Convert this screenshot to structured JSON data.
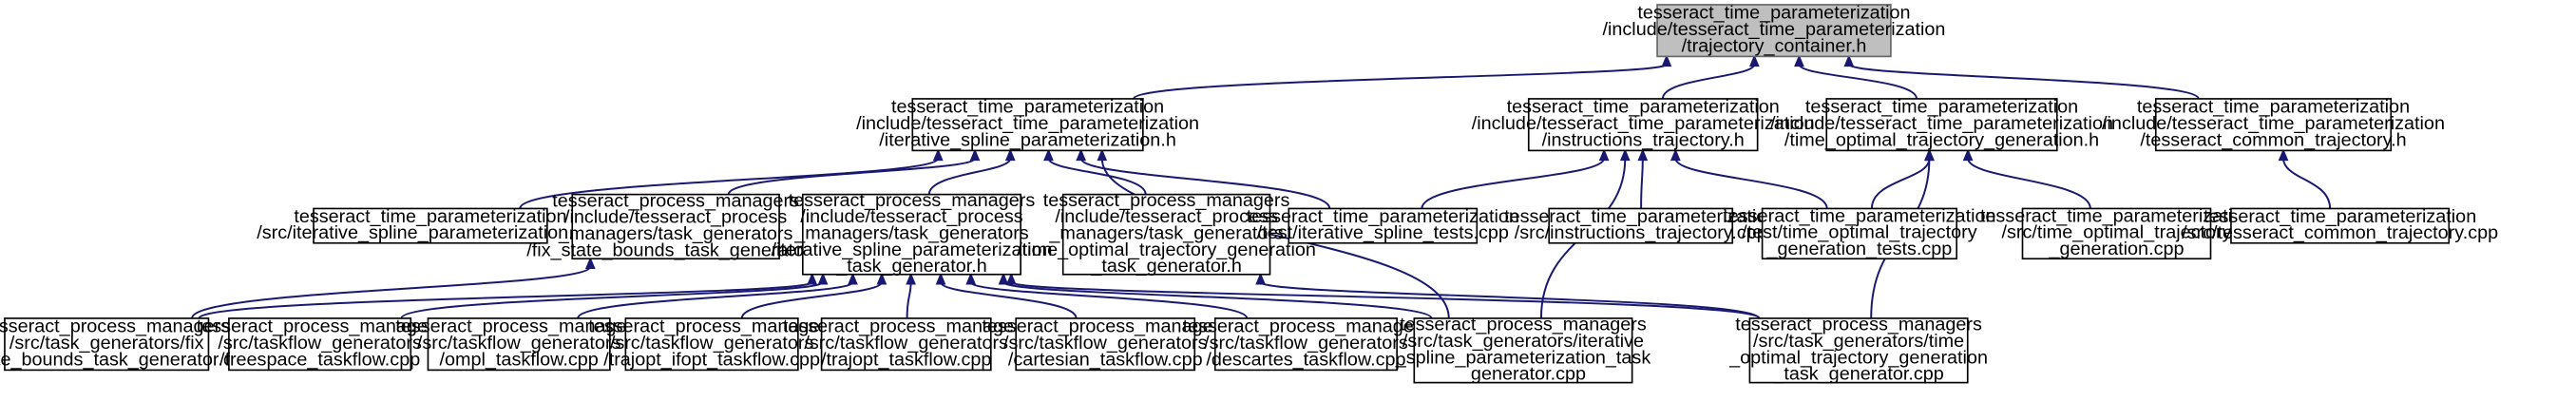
{
  "diagram": {
    "nodes": [
      {
        "id": "root",
        "lines": [
          "tesseract_time_parameterization",
          "/include/tesseract_time_parameterization",
          "/trajectory_container.h"
        ],
        "highlighted": true
      },
      {
        "id": "iter_h",
        "lines": [
          "tesseract_time_parameterization",
          "/include/tesseract_time_parameterization",
          "/iterative_spline_parameterization.h"
        ]
      },
      {
        "id": "instr_h",
        "lines": [
          "tesseract_time_parameterization",
          "/include/tesseract_time_parameterization",
          "/instructions_trajectory.h"
        ]
      },
      {
        "id": "topt_h",
        "lines": [
          "tesseract_time_parameterization",
          "/include/tesseract_time_parameterization",
          "/time_optimal_trajectory_generation.h"
        ]
      },
      {
        "id": "common_h",
        "lines": [
          "tesseract_time_parameterization",
          "/include/tesseract_time_parameterization",
          "/tesseract_common_trajectory.h"
        ]
      },
      {
        "id": "iter_cpp",
        "lines": [
          "tesseract_time_parameterization",
          "/src/iterative_spline_parameterization.cpp"
        ]
      },
      {
        "id": "fix_state_h",
        "lines": [
          "tesseract_process_managers",
          "/include/tesseract_process",
          "_managers/task_generators",
          "/fix_state_bounds_task_generator.h"
        ]
      },
      {
        "id": "iter_gen_h",
        "lines": [
          "tesseract_process_managers",
          "/include/tesseract_process",
          "_managers/task_generators",
          "/iterative_spline_parameterization",
          "_task_generator.h"
        ]
      },
      {
        "id": "topt_gen_h",
        "lines": [
          "tesseract_process_managers",
          "/include/tesseract_process",
          "_managers/task_generators",
          "/time_optimal_trajectory_generation",
          "_task_generator.h"
        ]
      },
      {
        "id": "iter_tests",
        "lines": [
          "tesseract_time_parameterization",
          "/test/iterative_spline_tests.cpp"
        ]
      },
      {
        "id": "instr_cpp",
        "lines": [
          "tesseract_time_parameterization",
          "/src/instructions_trajectory.cpp"
        ]
      },
      {
        "id": "topt_tests",
        "lines": [
          "tesseract_time_parameterization",
          "/test/time_optimal_trajectory",
          "_generation_tests.cpp"
        ]
      },
      {
        "id": "topt_cpp",
        "lines": [
          "tesseract_time_parameterization",
          "/src/time_optimal_trajectory",
          "_generation.cpp"
        ]
      },
      {
        "id": "common_cpp",
        "lines": [
          "tesseract_time_parameterization",
          "/src/tesseract_common_trajectory.cpp"
        ]
      },
      {
        "id": "fix_state_cpp",
        "lines": [
          "tesseract_process_managers",
          "/src/task_generators/fix",
          "_state_bounds_task_generator.cpp"
        ]
      },
      {
        "id": "freespace_cpp",
        "lines": [
          "tesseract_process_managers",
          "/src/taskflow_generators",
          "/freespace_taskflow.cpp"
        ]
      },
      {
        "id": "ompl_cpp",
        "lines": [
          "tesseract_process_managers",
          "/src/taskflow_generators",
          "/ompl_taskflow.cpp"
        ]
      },
      {
        "id": "ifopt_cpp",
        "lines": [
          "tesseract_process_managers",
          "/src/taskflow_generators",
          "/trajopt_ifopt_taskflow.cpp"
        ]
      },
      {
        "id": "trajopt_cpp",
        "lines": [
          "tesseract_process_managers",
          "/src/taskflow_generators",
          "/trajopt_taskflow.cpp"
        ]
      },
      {
        "id": "cartesian_cpp",
        "lines": [
          "tesseract_process_managers",
          "/src/taskflow_generators",
          "/cartesian_taskflow.cpp"
        ]
      },
      {
        "id": "descartes_cpp",
        "lines": [
          "tesseract_process_managers",
          "/src/taskflow_generators",
          "/descartes_taskflow.cpp"
        ]
      },
      {
        "id": "iter_gen_cpp",
        "lines": [
          "tesseract_process_managers",
          "/src/task_generators/iterative",
          "_spline_parameterization_task",
          "_generator.cpp"
        ]
      },
      {
        "id": "topt_gen_cpp",
        "lines": [
          "tesseract_process_managers",
          "/src/task_generators/time",
          "_optimal_trajectory_generation",
          "_task_generator.cpp"
        ]
      }
    ],
    "edges": [
      {
        "from": "iter_h",
        "to": "root"
      },
      {
        "from": "instr_h",
        "to": "root"
      },
      {
        "from": "topt_h",
        "to": "root"
      },
      {
        "from": "common_h",
        "to": "root"
      },
      {
        "from": "iter_cpp",
        "to": "iter_h"
      },
      {
        "from": "fix_state_h",
        "to": "iter_h"
      },
      {
        "from": "iter_gen_h",
        "to": "iter_h"
      },
      {
        "from": "topt_gen_h",
        "to": "iter_h"
      },
      {
        "from": "iter_tests",
        "to": "iter_h"
      },
      {
        "from": "iter_gen_cpp",
        "to": "iter_h"
      },
      {
        "from": "iter_tests",
        "to": "instr_h"
      },
      {
        "from": "instr_cpp",
        "to": "instr_h"
      },
      {
        "from": "topt_tests",
        "to": "instr_h"
      },
      {
        "from": "iter_gen_cpp",
        "to": "instr_h"
      },
      {
        "from": "topt_tests",
        "to": "topt_h"
      },
      {
        "from": "topt_cpp",
        "to": "topt_h"
      },
      {
        "from": "topt_gen_cpp",
        "to": "topt_h"
      },
      {
        "from": "common_cpp",
        "to": "common_h"
      },
      {
        "from": "fix_state_cpp",
        "to": "fix_state_h"
      },
      {
        "from": "fix_state_cpp",
        "to": "iter_gen_h"
      },
      {
        "from": "freespace_cpp",
        "to": "iter_gen_h"
      },
      {
        "from": "ompl_cpp",
        "to": "iter_gen_h"
      },
      {
        "from": "ifopt_cpp",
        "to": "iter_gen_h"
      },
      {
        "from": "trajopt_cpp",
        "to": "iter_gen_h"
      },
      {
        "from": "cartesian_cpp",
        "to": "iter_gen_h"
      },
      {
        "from": "descartes_cpp",
        "to": "iter_gen_h"
      },
      {
        "from": "iter_gen_cpp",
        "to": "iter_gen_h"
      },
      {
        "from": "topt_gen_cpp",
        "to": "iter_gen_h"
      },
      {
        "from": "topt_gen_cpp",
        "to": "topt_gen_h"
      }
    ]
  }
}
